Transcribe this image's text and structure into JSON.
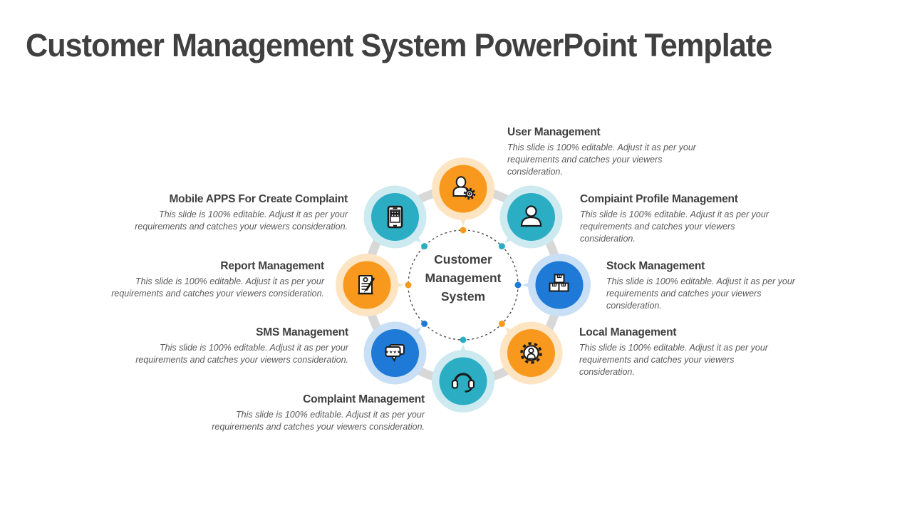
{
  "title": "Customer Management System PowerPoint Template",
  "center_label": "Customer Management System",
  "nodes": [
    {
      "label": "User Management",
      "body": "This slide is 100% editable. Adjust it as per your requirements and catches your viewers consideration.",
      "icon": "user-gear-icon",
      "position": "top"
    },
    {
      "label": "Compiaint Profile Management",
      "body": "This slide is 100% editable. Adjust it as per your requirements and catches your viewers consideration.",
      "icon": "person-icon",
      "position": "top-right"
    },
    {
      "label": "Stock Management",
      "body": "This slide is 100% editable. Adjust it as per your requirements and catches your viewers consideration.",
      "icon": "stock-boxes-icon",
      "position": "right"
    },
    {
      "label": "Local Management",
      "body": "This slide is 100% editable. Adjust it as per your requirements and catches your viewers consideration.",
      "icon": "gear-person-icon",
      "position": "bottom-right"
    },
    {
      "label": "Complaint Management",
      "body": "This slide is 100% editable. Adjust it as per your requirements and catches your viewers consideration.",
      "icon": "headset-icon",
      "position": "bottom"
    },
    {
      "label": "SMS Management",
      "body": "This slide is 100% editable. Adjust it as per your requirements and catches your viewers consideration.",
      "icon": "chat-rating-icon",
      "position": "bottom-left"
    },
    {
      "label": "Report Management",
      "body": "This slide is 100% editable. Adjust it as per your requirements and catches your viewers consideration.",
      "icon": "report-pen-icon",
      "position": "left"
    },
    {
      "label": "Mobile APPS For Create Complaint",
      "body": "This slide is 100% editable. Adjust it as per your requirements and catches your viewers consideration.",
      "icon": "mobile-apps-icon",
      "position": "top-left"
    }
  ],
  "icon_glyphs": {
    "rating_stars": "★★★★"
  },
  "colors": {
    "orange": "#F8991D",
    "orange_light": "#FDE5C3",
    "teal": "#2BADC4",
    "teal_light": "#CEEAF1",
    "blue": "#1E7AD6",
    "blue_light": "#C9DFF6",
    "ring": "#D8D8D8",
    "dashed_circle": "#4D4D4D",
    "title_text": "#404040",
    "heading_text": "#3F3F3F",
    "body_text": "#58595B"
  }
}
